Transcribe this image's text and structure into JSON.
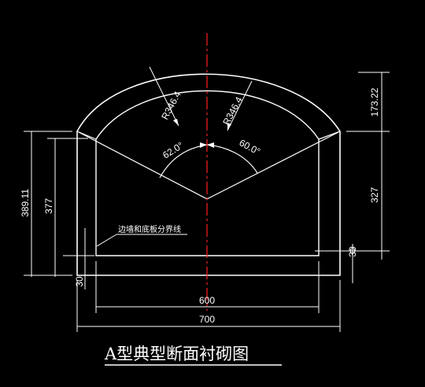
{
  "drawing": {
    "title": "A型典型断面衬砌图",
    "radius_labels": [
      "R346.4",
      "R346.4"
    ],
    "angle_labels": [
      "62.0°",
      "60.0°"
    ],
    "dims": {
      "bottom_inner": "600",
      "bottom_outer": "700",
      "right_upper": "173.22",
      "right_lower": "327",
      "left_outer": "389.11",
      "left_inner": "377",
      "left_base": "30",
      "right_small": "30"
    },
    "annotation": "边墙和底板分界线",
    "colors": {
      "background": "#000000",
      "line": "#ffffff",
      "centerline": "#ff2020"
    }
  }
}
